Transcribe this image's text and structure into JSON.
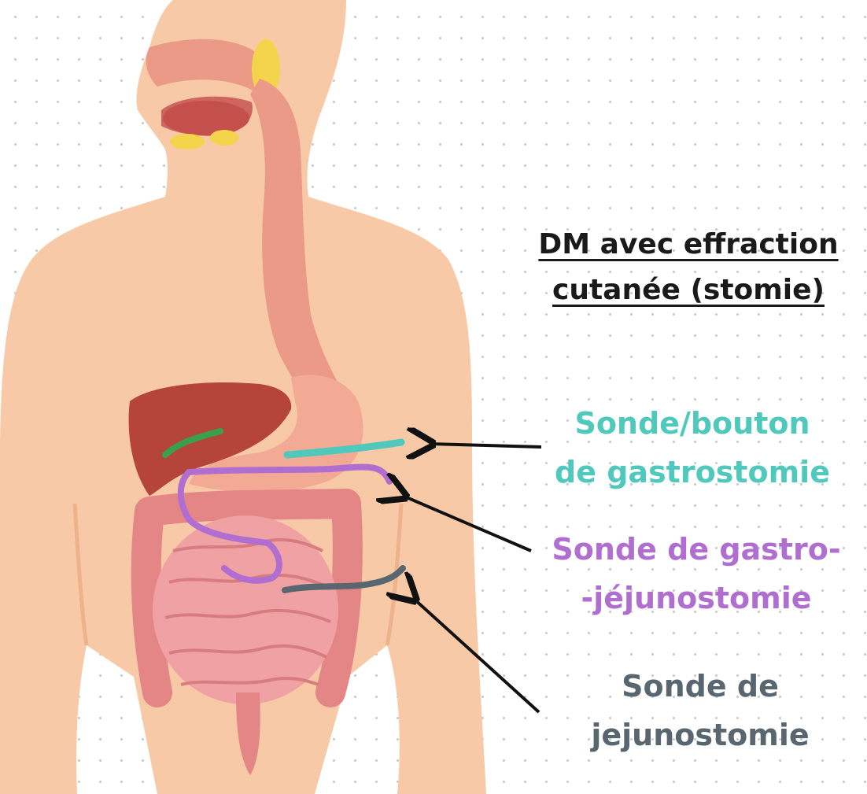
{
  "title": {
    "line1": "DM avec effraction",
    "line2": "cutanée (stomie)"
  },
  "labels": {
    "gastrostomie": {
      "line1": "Sonde/bouton",
      "line2": "de gastrostomie",
      "color": "#4ec9bb"
    },
    "gastro_jejunostomie": {
      "line1": "Sonde de gastro-",
      "line2": "-jéjunostomie",
      "color": "#b06ed0"
    },
    "jejunostomie": {
      "line1": "Sonde de",
      "line2": "jejunostomie",
      "color": "#586670"
    }
  },
  "colors": {
    "skin": "#f8c9a6",
    "skin_shadow": "#eeb28d",
    "esophagus": "#ea9a86",
    "liver": "#b5443a",
    "intestine": "#f0a1a3",
    "colon": "#e48586",
    "arrow": "#111111"
  }
}
